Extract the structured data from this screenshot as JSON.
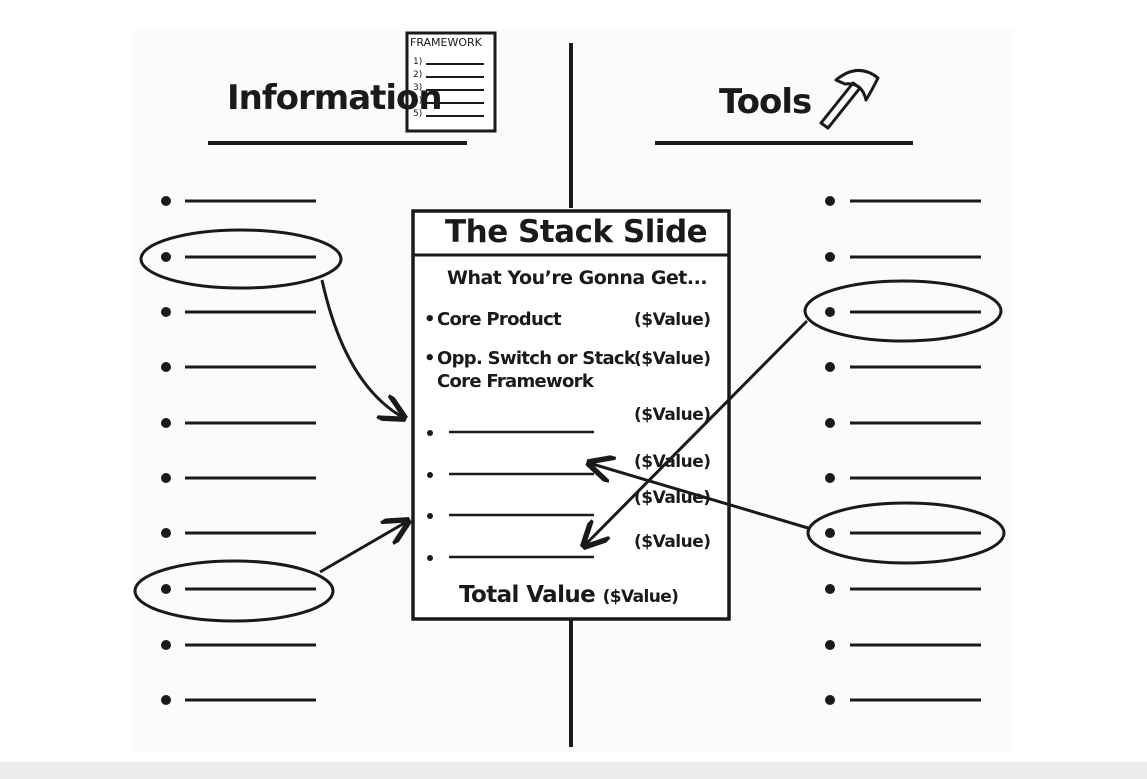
{
  "left_column": {
    "heading": "Information",
    "bullet_count": 10,
    "circled_items": [
      2,
      8
    ]
  },
  "right_column": {
    "heading": "Tools",
    "bullet_count": 10,
    "circled_items": [
      3,
      7
    ]
  },
  "framework_icon": {
    "title": "FRAMEWORK",
    "numbers": [
      "1)",
      "2)",
      "3)",
      "4)",
      "5)"
    ]
  },
  "stack_slide": {
    "title": "The Stack Slide",
    "subtitle": "What You’re Gonna Get...",
    "items": [
      {
        "line1": "Core Product",
        "line2": "",
        "value": "($Value)"
      },
      {
        "line1": "Opp. Switch or Stack",
        "line2": "Core Framework",
        "value": "($Value)"
      },
      {
        "line1": "",
        "line2": "",
        "value": "($Value)"
      },
      {
        "line1": "",
        "line2": "",
        "value": "($Value)"
      },
      {
        "line1": "",
        "line2": "",
        "value": "($Value)"
      },
      {
        "line1": "",
        "line2": "",
        "value": "($Value)"
      }
    ],
    "total_label": "Total Value",
    "total_value": "($Value)"
  },
  "icons": {
    "document": "framework-document-icon",
    "tool": "pickaxe-icon"
  },
  "colors": {
    "ink": "#1a1a1a",
    "background": "#fbfbfb"
  }
}
